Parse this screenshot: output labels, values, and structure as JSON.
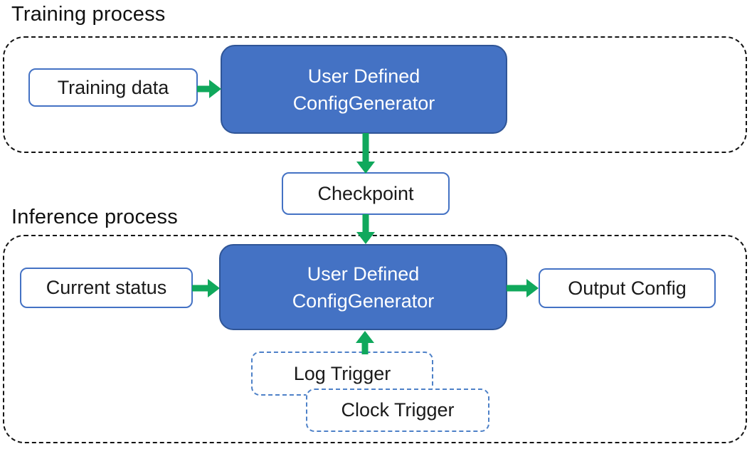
{
  "colors": {
    "node_fill": "#4472C4",
    "node_border": "#2F5597",
    "box_border": "#4472C4",
    "trigger_border": "#4E81C8",
    "arrow": "#10A85C",
    "container_border": "#141414"
  },
  "training": {
    "title": "Training process",
    "input": "Training data",
    "generator": {
      "line1": "User Defined",
      "line2": "ConfigGenerator"
    }
  },
  "checkpoint": {
    "label": "Checkpoint"
  },
  "inference": {
    "title": "Inference process",
    "input": "Current status",
    "generator": {
      "line1": "User Defined",
      "line2": "ConfigGenerator"
    },
    "output": "Output Config",
    "triggers": {
      "log": "Log Trigger",
      "clock": "Clock Trigger"
    }
  }
}
